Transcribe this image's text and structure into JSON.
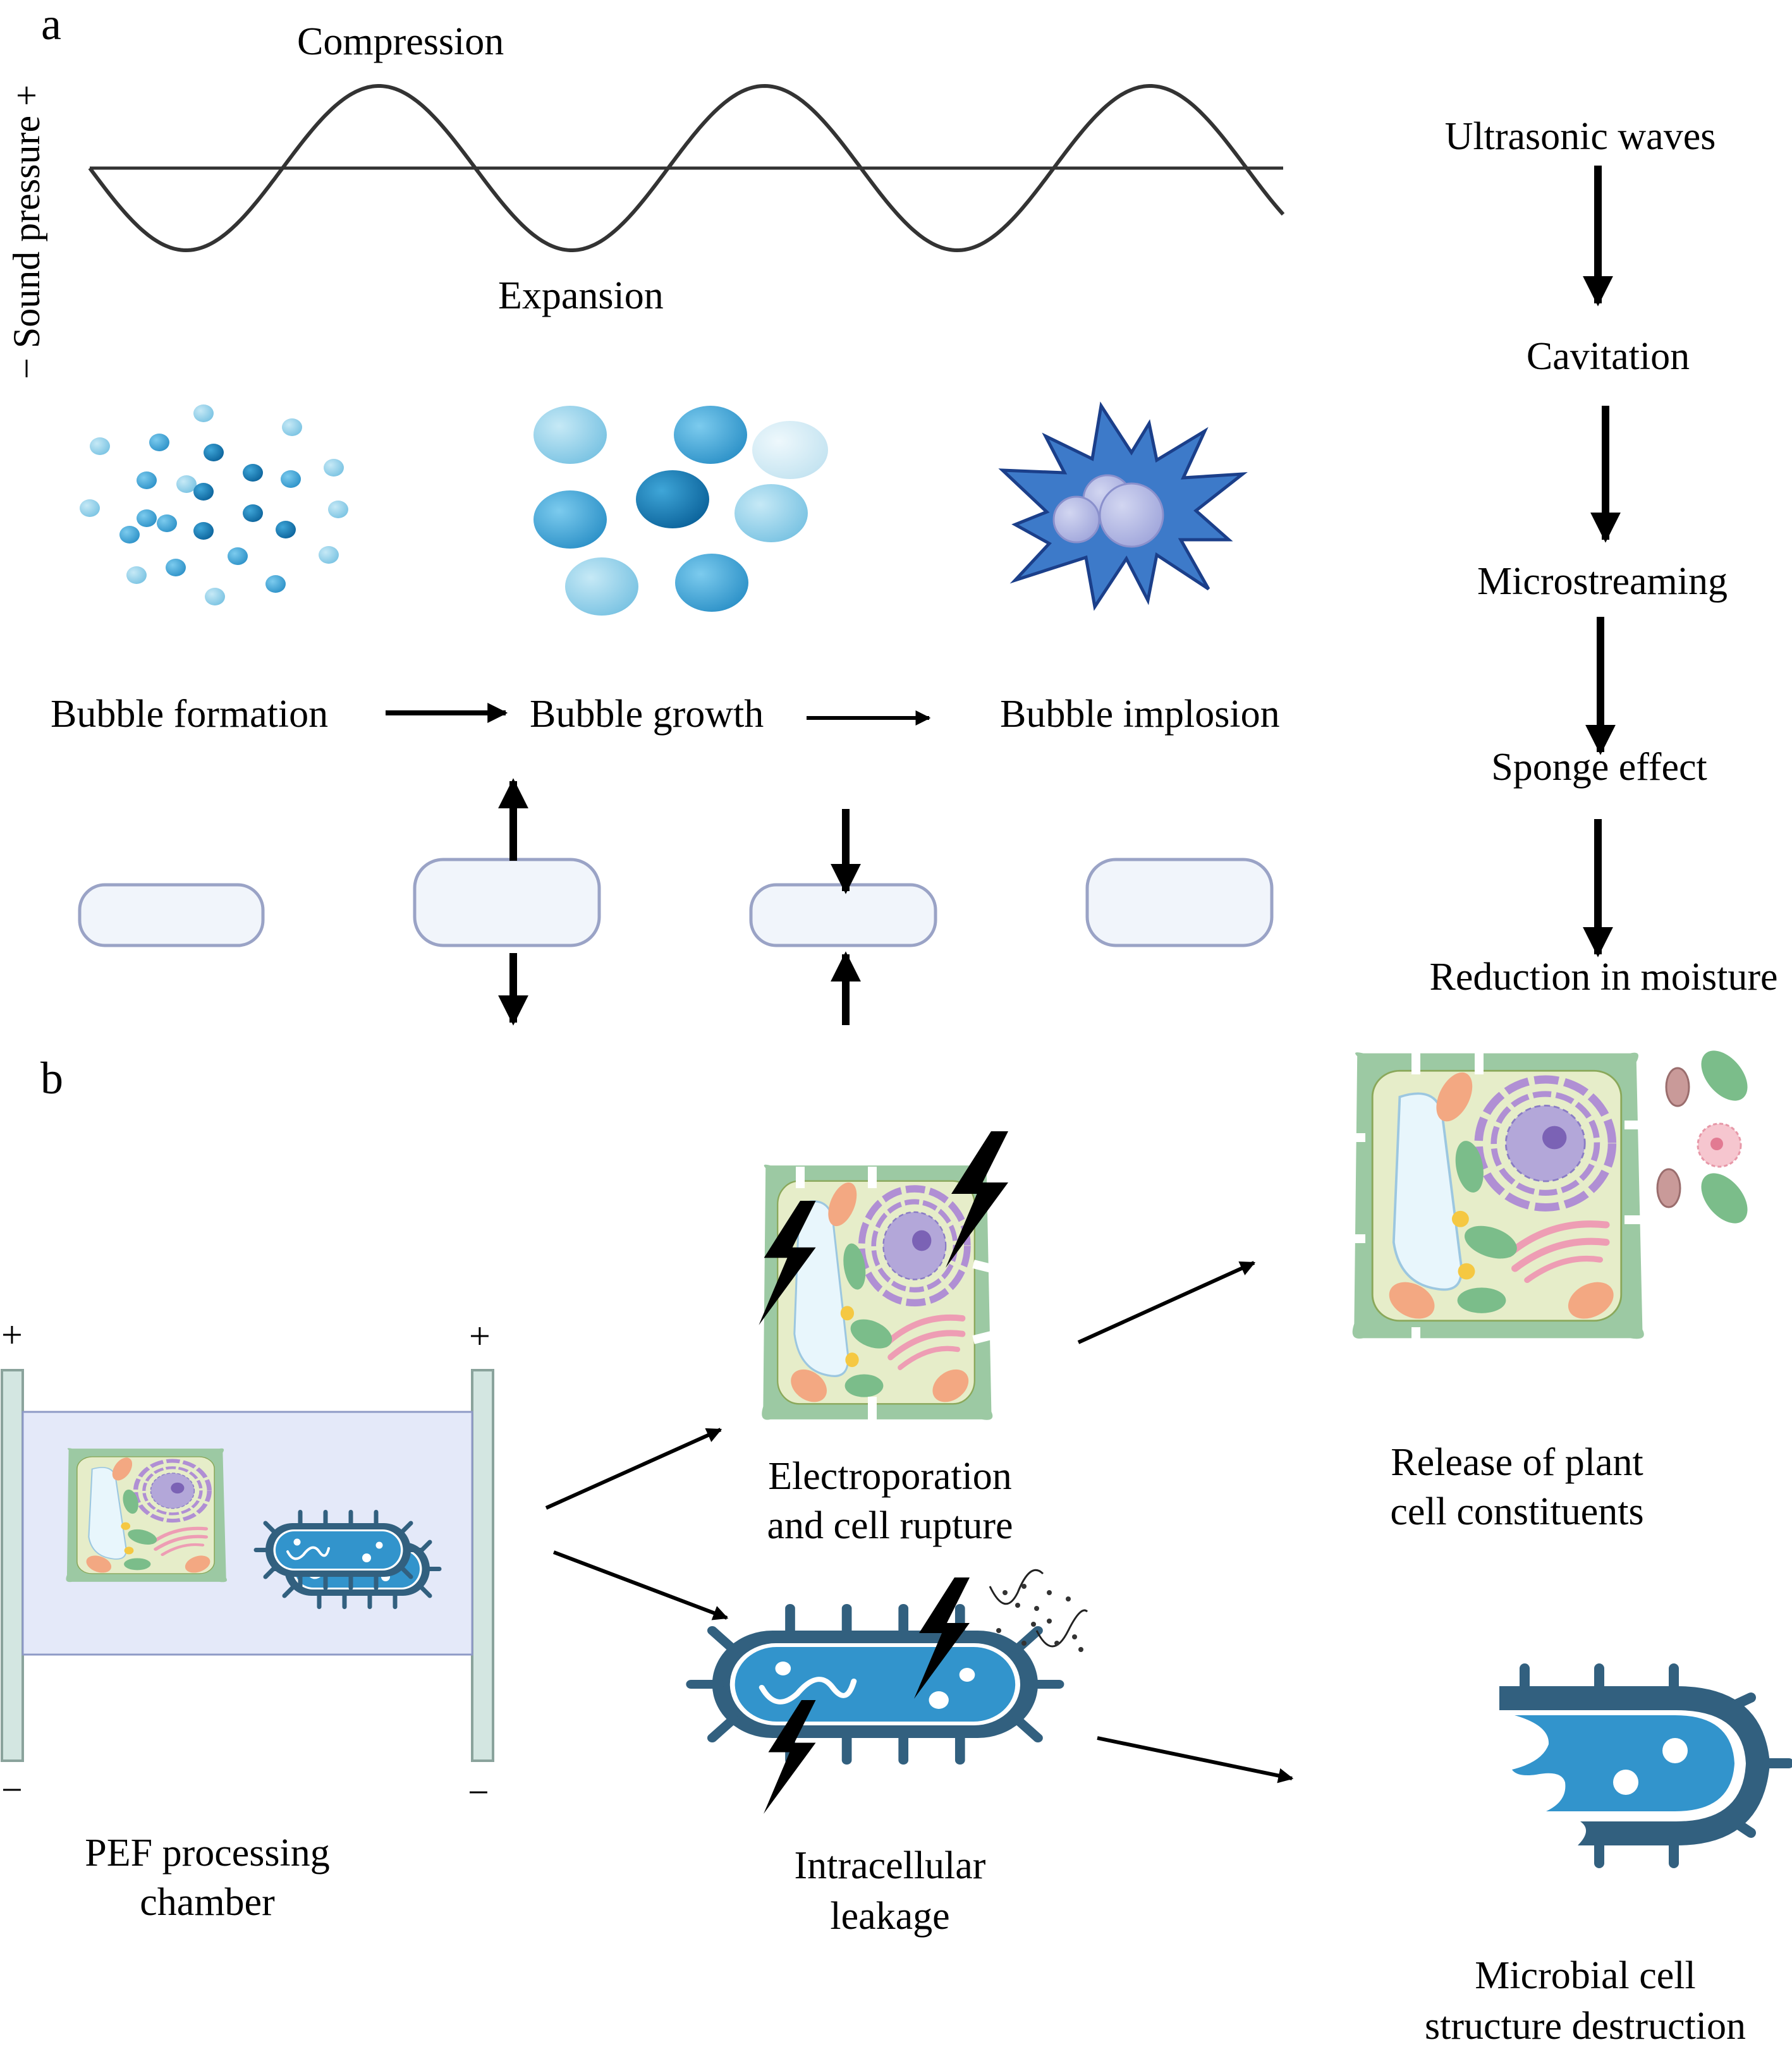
{
  "panels": {
    "a": {
      "label": "a",
      "wave": {
        "axis_label": "− Sound pressure +",
        "compression_label": "Compression",
        "expansion_label": "Expansion"
      },
      "bubble_stages": [
        {
          "label": "Bubble formation",
          "icon": "small-bubbles-icon"
        },
        {
          "label": "Bubble growth",
          "icon": "large-bubbles-icon"
        },
        {
          "label": "Bubble implosion",
          "icon": "implosion-burst-icon"
        }
      ],
      "flowchart": [
        "Ultrasonic waves",
        "Cavitation",
        "Microstreaming",
        "Sponge effect",
        "Reduction in moisture"
      ]
    },
    "b": {
      "label": "b",
      "chamber": {
        "label_line1": "PEF processing",
        "label_line2": "chamber",
        "plus_sign": "+",
        "minus_sign": "−"
      },
      "electroporation": {
        "line1": "Electroporation",
        "line2": "and cell rupture"
      },
      "release": {
        "line1": "Release of plant",
        "line2": "cell constituents"
      },
      "leakage": {
        "line1": "Intracellular",
        "line2": "leakage"
      },
      "destruction": {
        "line1": "Microbial cell",
        "line2": "structure destruction"
      }
    }
  },
  "colors": {
    "bubble_light": "#8fd0ea",
    "bubble_mid": "#4aaad8",
    "bubble_dark": "#1a7fb8",
    "burst_fill": "#3d7ac9",
    "burst_stroke": "#1b3f8a",
    "cell_wall": "#9cc9a3",
    "cytoplasm": "#e6edc9",
    "vacuole": "#e8f6fc",
    "nucleus": "#b3a7d9",
    "bacteria_body": "#3294cc",
    "bacteria_wall": "#32607f",
    "chamber_fill": "#e4e9f9",
    "electrode": "#d3e6e1"
  }
}
